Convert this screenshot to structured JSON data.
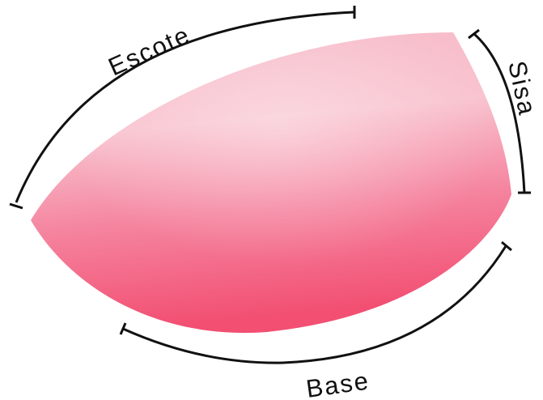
{
  "diagram": {
    "labels": {
      "neckline": "Escote",
      "armhole": "Sisa",
      "base": "Base"
    },
    "colors": {
      "cup_light": "#f7c0cd",
      "cup_mid": "#f5a3b5",
      "cup_dark": "#f35e7d",
      "line": "#111111"
    }
  }
}
